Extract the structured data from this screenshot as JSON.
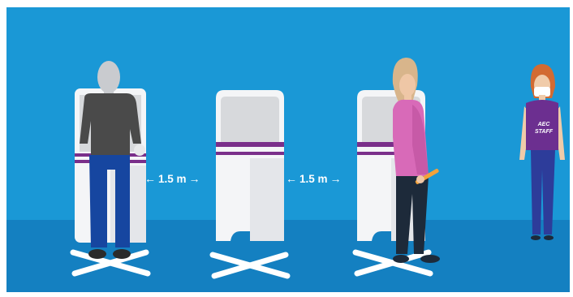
{
  "scene": {
    "distance_label_left": "1.5 m",
    "distance_label_right": "1.5 m",
    "staff_vest_line1": "AEC",
    "staff_vest_line2": "STAFF",
    "colors": {
      "wall": "#1a98d6",
      "floor": "#1480c1",
      "booth_body": "#f4f5f7",
      "booth_inner": "#d7d9dc",
      "booth_stripe": "#7a2f8a",
      "floor_cross": "#ffffff",
      "voter_1_shirt": "#4a4a4a",
      "voter_1_pants": "#1646a0",
      "voter_2_shirt": "#d86ab8",
      "voter_2_pants": "#1d2a3a",
      "staff_vest": "#6c2f90",
      "staff_pants": "#2d3c9a"
    },
    "icons": [
      "arrow-left-icon",
      "arrow-right-icon",
      "floor-cross-marker",
      "face-mask"
    ]
  }
}
